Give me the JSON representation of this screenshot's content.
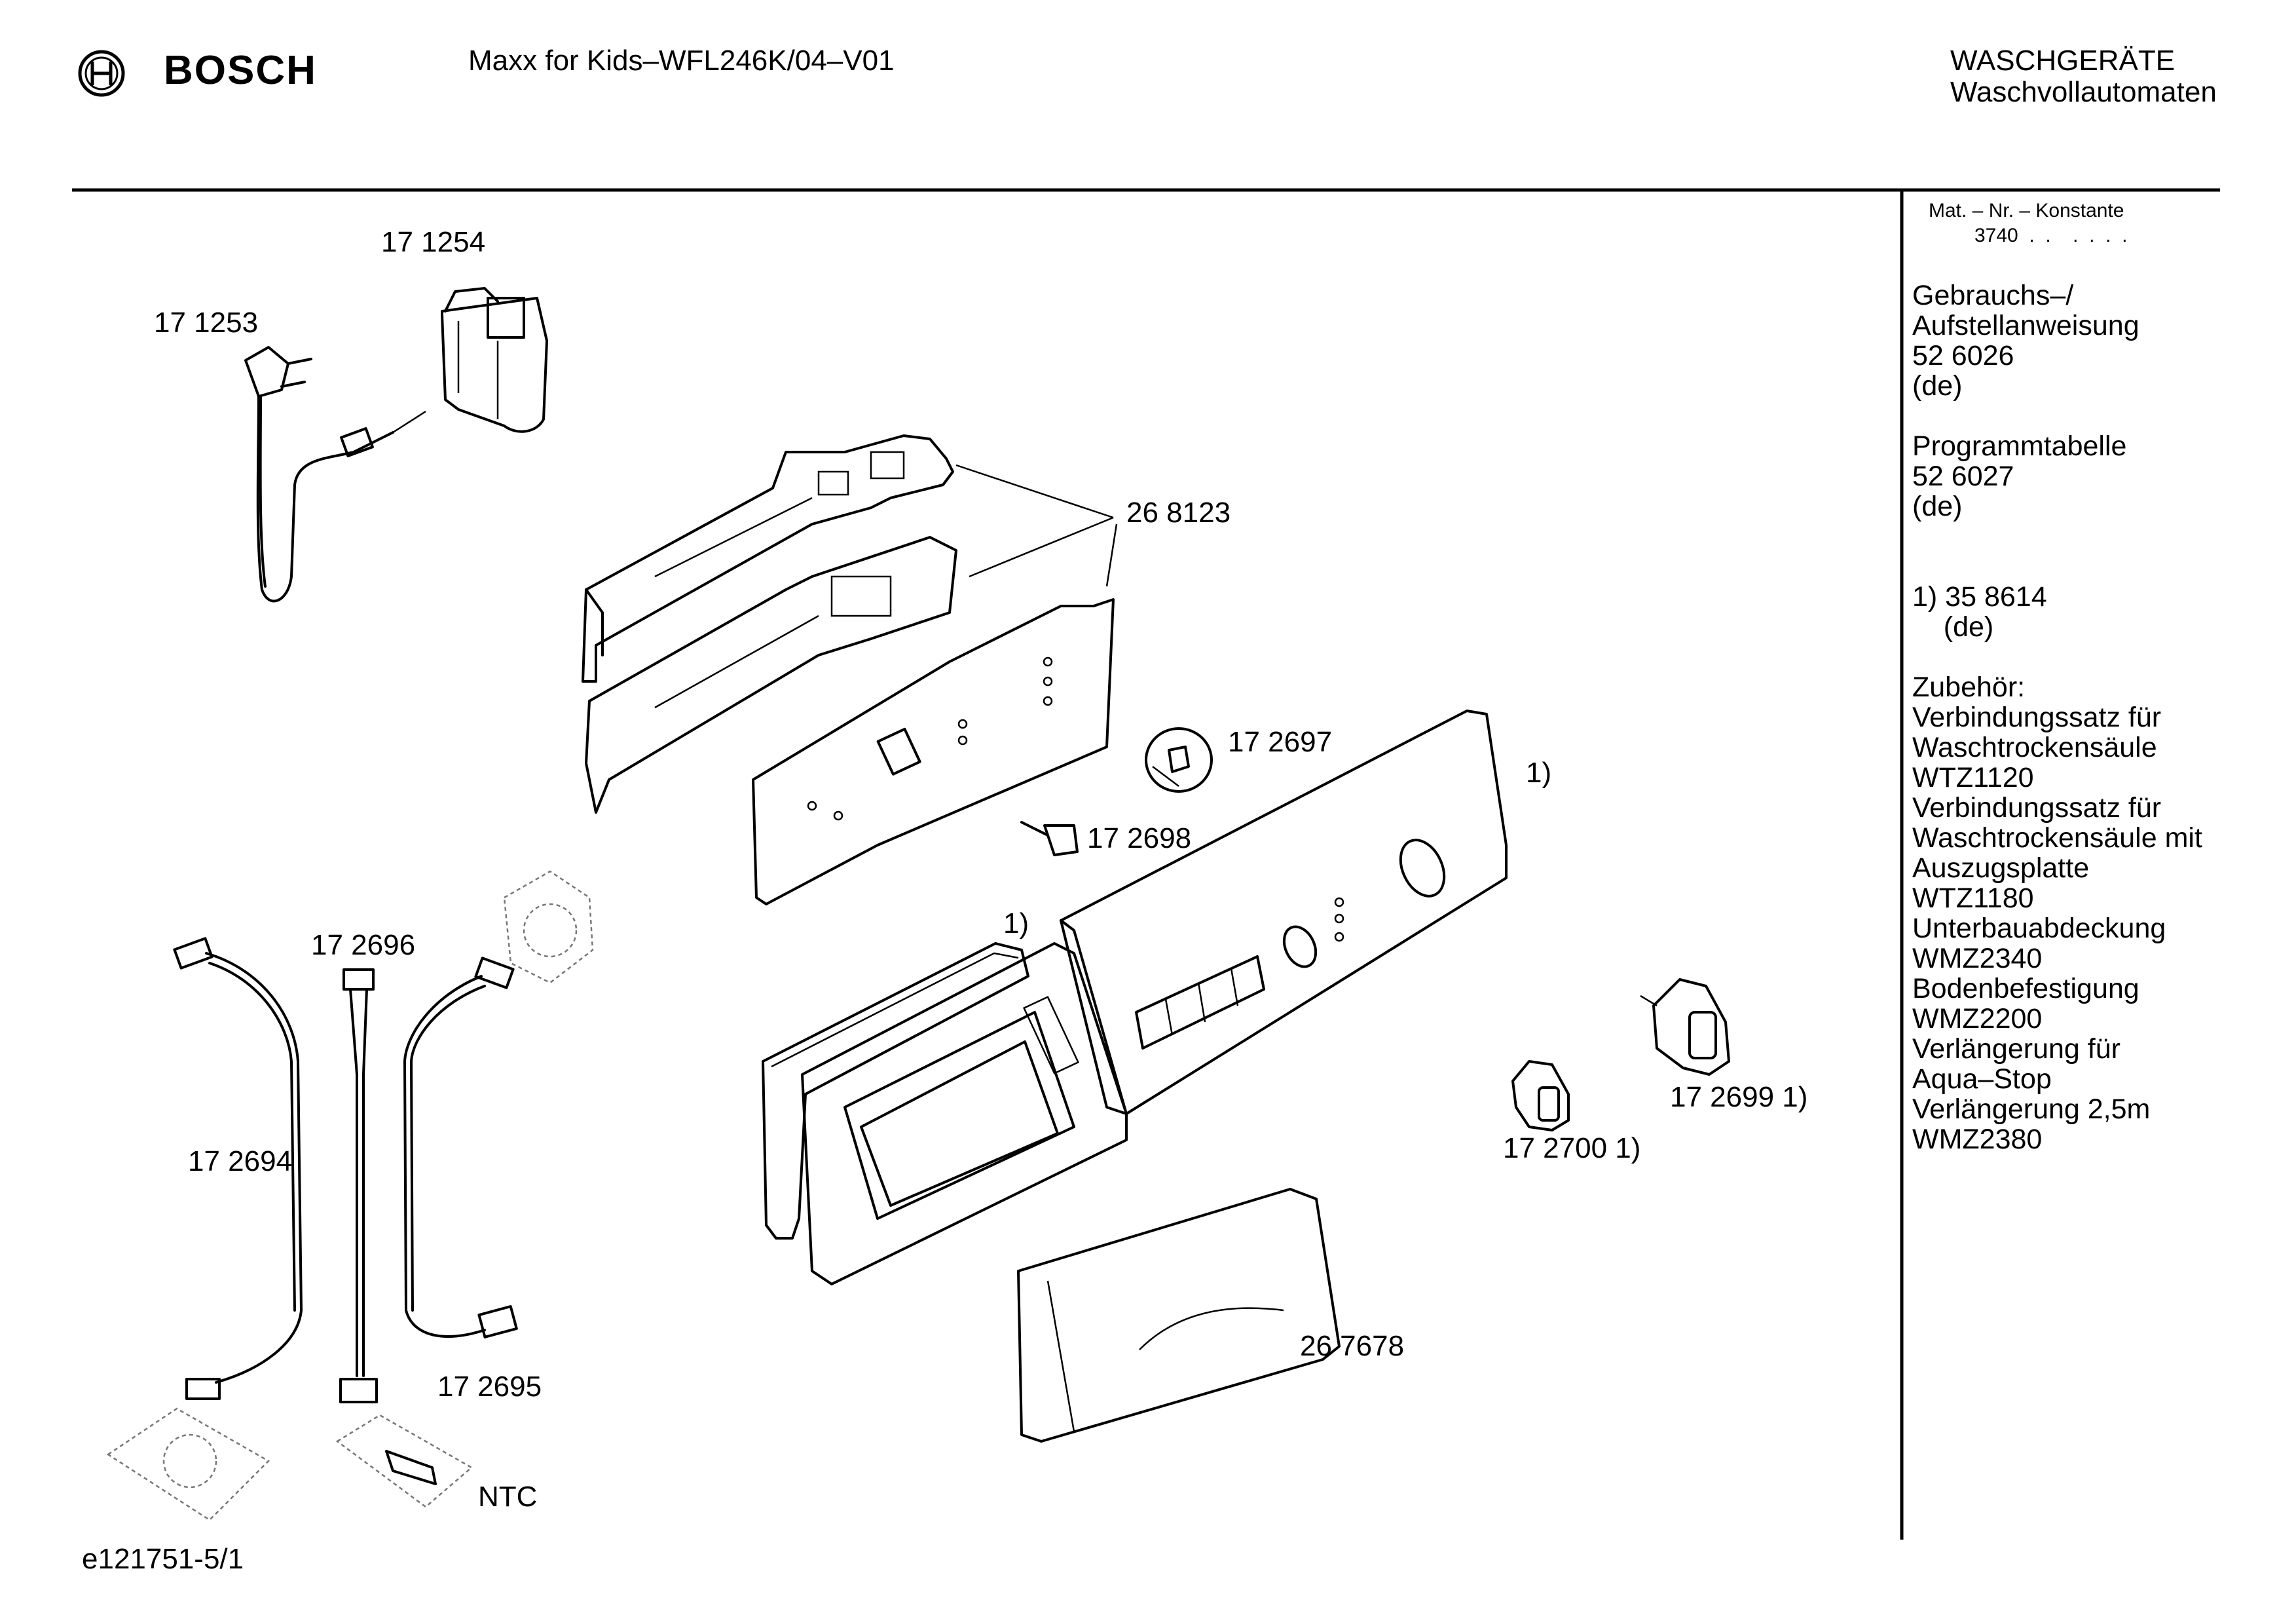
{
  "header": {
    "brand": "BOSCH",
    "model": "Maxx for Kids–WFL246K/04–V01",
    "category_line1": "WASCHGERÄTE",
    "category_line2": "Waschvollautomaten"
  },
  "sidebar": {
    "mat_title": "Mat. – Nr. – Konstante",
    "mat_value": "3740  .  .    .  .  .  .",
    "lines": [
      "Gebrauchs–/",
      "Aufstellanweisung",
      "52 6026",
      "(de)",
      "",
      "Programmtabelle",
      "52 6027",
      "(de)",
      "",
      "",
      "1) 35 8614",
      "    (de)",
      "",
      "Zubehör:",
      "Verbindungssatz für",
      "Waschtrockensäule",
      "WTZ1120",
      "Verbindungssatz für",
      "Waschtrockensäule mit",
      "Auszugsplatte",
      "WTZ1180",
      "Unterbauabdeckung",
      "WMZ2340",
      "Bodenbefestigung",
      "WMZ2200",
      "Verlängerung für",
      "Aqua–Stop",
      "Verlängerung 2,5m",
      "WMZ2380"
    ]
  },
  "parts": {
    "p171254": "17 1254",
    "p171253": "17 1253",
    "p268123": "26 8123",
    "p172697": "17 2697",
    "p172698": "17 2698",
    "note1_panel": "1)",
    "note1_seal": "1)",
    "p172696": "17 2696",
    "p172694": "17 2694",
    "p172695": "17 2695",
    "ntc": "NTC",
    "p267678": "26 7678",
    "p172699": "17 2699 1)",
    "p172700": "17 2700 1)"
  },
  "footer": {
    "drawing_id": "e121751-5/1"
  }
}
